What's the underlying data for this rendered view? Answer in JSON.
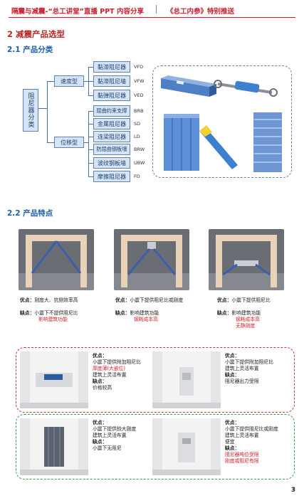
{
  "header": {
    "left": "隔震与减震-“总工讲堂”直播 PPT 内容分享",
    "right": "《总工内参》特别推送"
  },
  "section": {
    "title": "2  减震产品选型",
    "sub1": "2.1  产品分类",
    "sub2": "2.2  产品特点"
  },
  "tree": {
    "root": "阻尼器分类",
    "cat1": "速度型",
    "cat2": "位移型",
    "speed_items": [
      {
        "name": "黏滞阻尼器",
        "code": "VFD"
      },
      {
        "name": "黏滞阻尼墙",
        "code": "VFW"
      },
      {
        "name": "黏弹阻尼器",
        "code": "VED"
      }
    ],
    "disp_items": [
      {
        "name": "屈曲约束支撑",
        "code": "BRB"
      },
      {
        "name": "金属阻尼器",
        "code": "SD"
      },
      {
        "name": "连梁阻尼器",
        "code": "LD"
      },
      {
        "name": "防屈曲钢板墙",
        "code": "BRW"
      },
      {
        "name": "波纹钢板墙",
        "code": "UBW"
      },
      {
        "name": "摩擦阻尼器",
        "code": "FD"
      }
    ]
  },
  "feature_row1": [
    {
      "adv_label": "优点：",
      "adv": "刚度大、抗侧效率高",
      "dis_label": "缺点：",
      "dis": "小震下不提供阻尼比",
      "dis2": "影响建筑功能",
      "dis3": ""
    },
    {
      "adv_label": "优点：",
      "adv": "小震下提供阻尼比或刚度",
      "dis_label": "缺点：",
      "dis": "影响建筑功能",
      "dis2": "钢耗成本高",
      "dis3": ""
    },
    {
      "adv_label": "优点：",
      "adv": "小震下提供阻尼比",
      "dis_label": "缺点：",
      "dis": "影响建筑功能",
      "dis2": "钢耗成本高",
      "dis3": "无静刚度"
    }
  ],
  "feature_group_red": [
    {
      "l1": "优点：",
      "l2": "小震下提供附加阻尼比",
      "l3": "厚度薄(大嵌位)",
      "l4": "建筑上灵活布置",
      "l5": "缺点：",
      "l6": "价格较高"
    },
    {
      "l1": "优点：",
      "l2": "小震下提供附加阻尼比",
      "l3": "建筑上灵活布置",
      "l4": "缺点：",
      "l5": "阻尼器出力受限",
      "l6": ""
    }
  ],
  "feature_group_green": [
    {
      "l1": "优点：",
      "l2": "小震下提供较大刚度",
      "l3": "建筑上灵活布置",
      "l4": "缺点：",
      "l5": "小震下无阻尼",
      "l6": ""
    },
    {
      "l1": "优点：",
      "l2": "小震下提供阻尼比或刚度",
      "l3": "建筑上灵活布置",
      "l4": "便宜",
      "l5": "缺点：",
      "l6": "阻尼器吨位受限",
      "l7": "刚度或阻尼有限"
    }
  ],
  "page_number": "3",
  "colors": {
    "accent_red": "#c8202f",
    "accent_blue": "#1a5fa8",
    "box_fill": "#d6e4f3"
  }
}
